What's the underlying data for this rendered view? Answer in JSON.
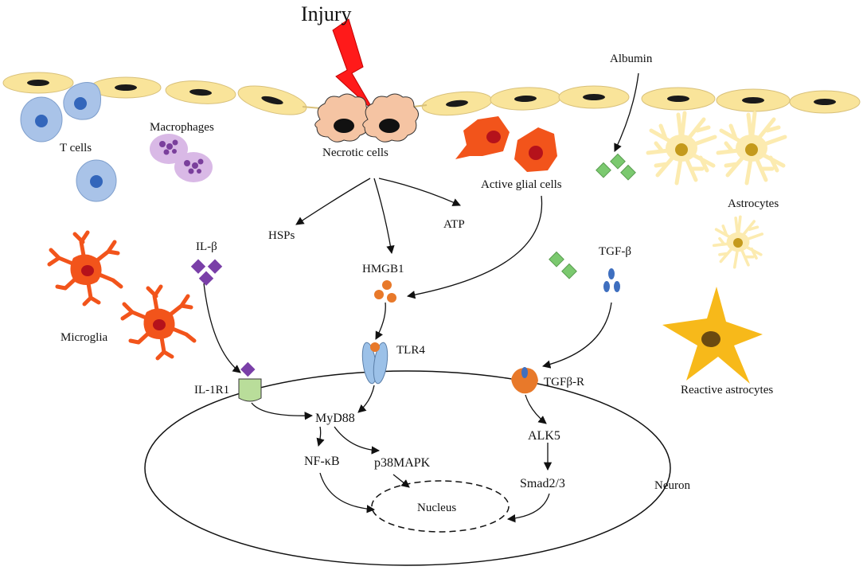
{
  "labels": {
    "injury": "Injury",
    "albumin": "Albumin",
    "t_cells": "T cells",
    "macrophages": "Macrophages",
    "necrotic_cells": "Necrotic cells",
    "active_glial_cells": "Active glial  cells",
    "astrocytes": "Astrocytes",
    "hsps": "HSPs",
    "atp": "ATP",
    "hmgb1": "HMGB1",
    "il_beta": "IL-β",
    "tgf_beta": "TGF-β",
    "microglia": "Microglia",
    "tlr4": "TLR4",
    "il_1r1": "IL-1R1",
    "tgfb_r": "TGFβ-R",
    "reactive_astrocytes": "Reactive astrocytes",
    "myd88": "MyD88",
    "alk5": "ALK5",
    "nf_kb": "NF-κB",
    "p38mapk": "p38MAPK",
    "smad": "Smad2/3",
    "nucleus": "Nucleus",
    "neuron": "Neuron"
  },
  "colors": {
    "endothelium": "#f9e49a",
    "endo_nucleus": "#1a1a1a",
    "t_cell": "#a9c3e8",
    "t_cell_nucleus": "#3366bb",
    "macrophage": "#d9b9e6",
    "macrophage_granule": "#7a3f9c",
    "necrotic": "#f5c4a3",
    "glia": "#f2541b",
    "glia_nucleus": "#b5121b",
    "astrocyte": "#fcebb0",
    "astro_nucleus": "#c49a1c",
    "reactive_astrocyte": "#f7b91a",
    "albumin": "#7bc96f",
    "il_beta": "#7a3fa8",
    "hmgb1": "#e8792a",
    "tgf_beta_ligand": "#3f6fbf",
    "tlr4": "#9cc1e8",
    "il1r1": "#b9dd9a",
    "tgfb_receptor": "#e8792a",
    "lightning": "#ff1a1a"
  }
}
